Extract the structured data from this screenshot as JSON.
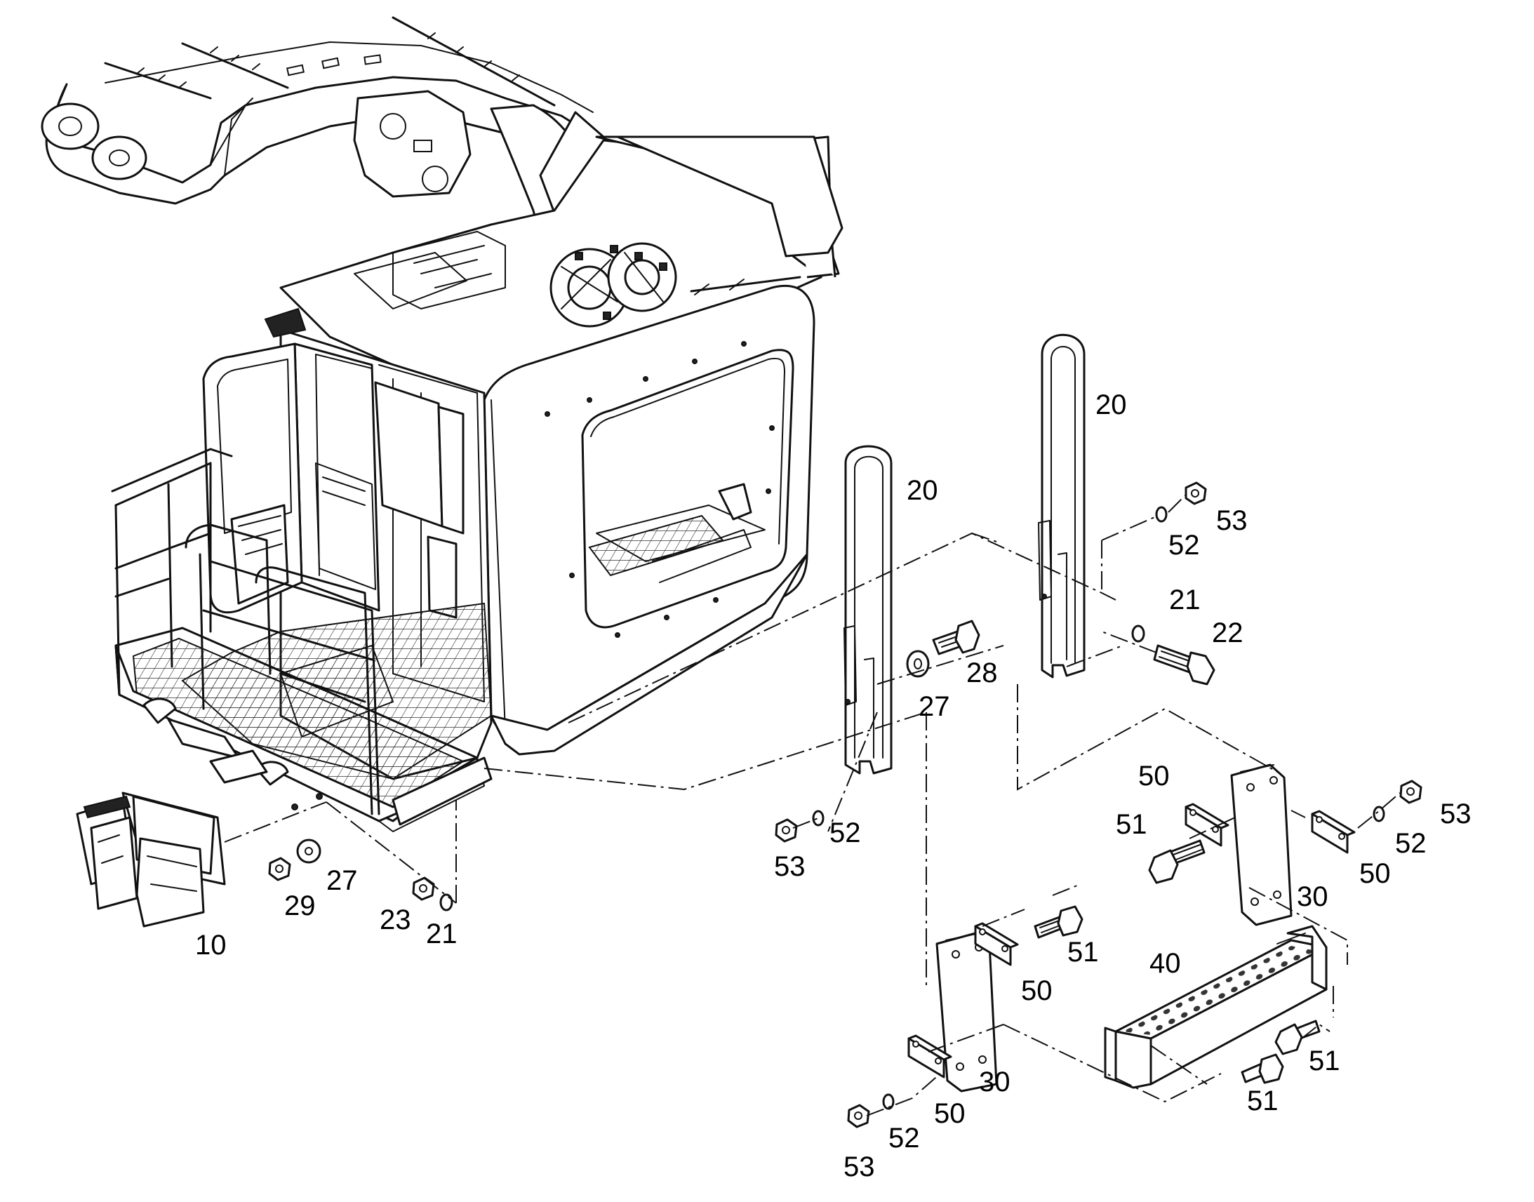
{
  "callouts": [
    {
      "id": "10"
    },
    {
      "id": "20"
    },
    {
      "id": "20"
    },
    {
      "id": "21"
    },
    {
      "id": "21"
    },
    {
      "id": "22"
    },
    {
      "id": "23"
    },
    {
      "id": "27"
    },
    {
      "id": "27"
    },
    {
      "id": "28"
    },
    {
      "id": "29"
    },
    {
      "id": "30"
    },
    {
      "id": "30"
    },
    {
      "id": "40"
    },
    {
      "id": "50"
    },
    {
      "id": "50"
    },
    {
      "id": "50"
    },
    {
      "id": "50"
    },
    {
      "id": "51"
    },
    {
      "id": "51"
    },
    {
      "id": "51"
    },
    {
      "id": "51"
    },
    {
      "id": "52"
    },
    {
      "id": "52"
    },
    {
      "id": "52"
    },
    {
      "id": "52"
    },
    {
      "id": "53"
    },
    {
      "id": "53"
    },
    {
      "id": "53"
    },
    {
      "id": "53"
    }
  ]
}
